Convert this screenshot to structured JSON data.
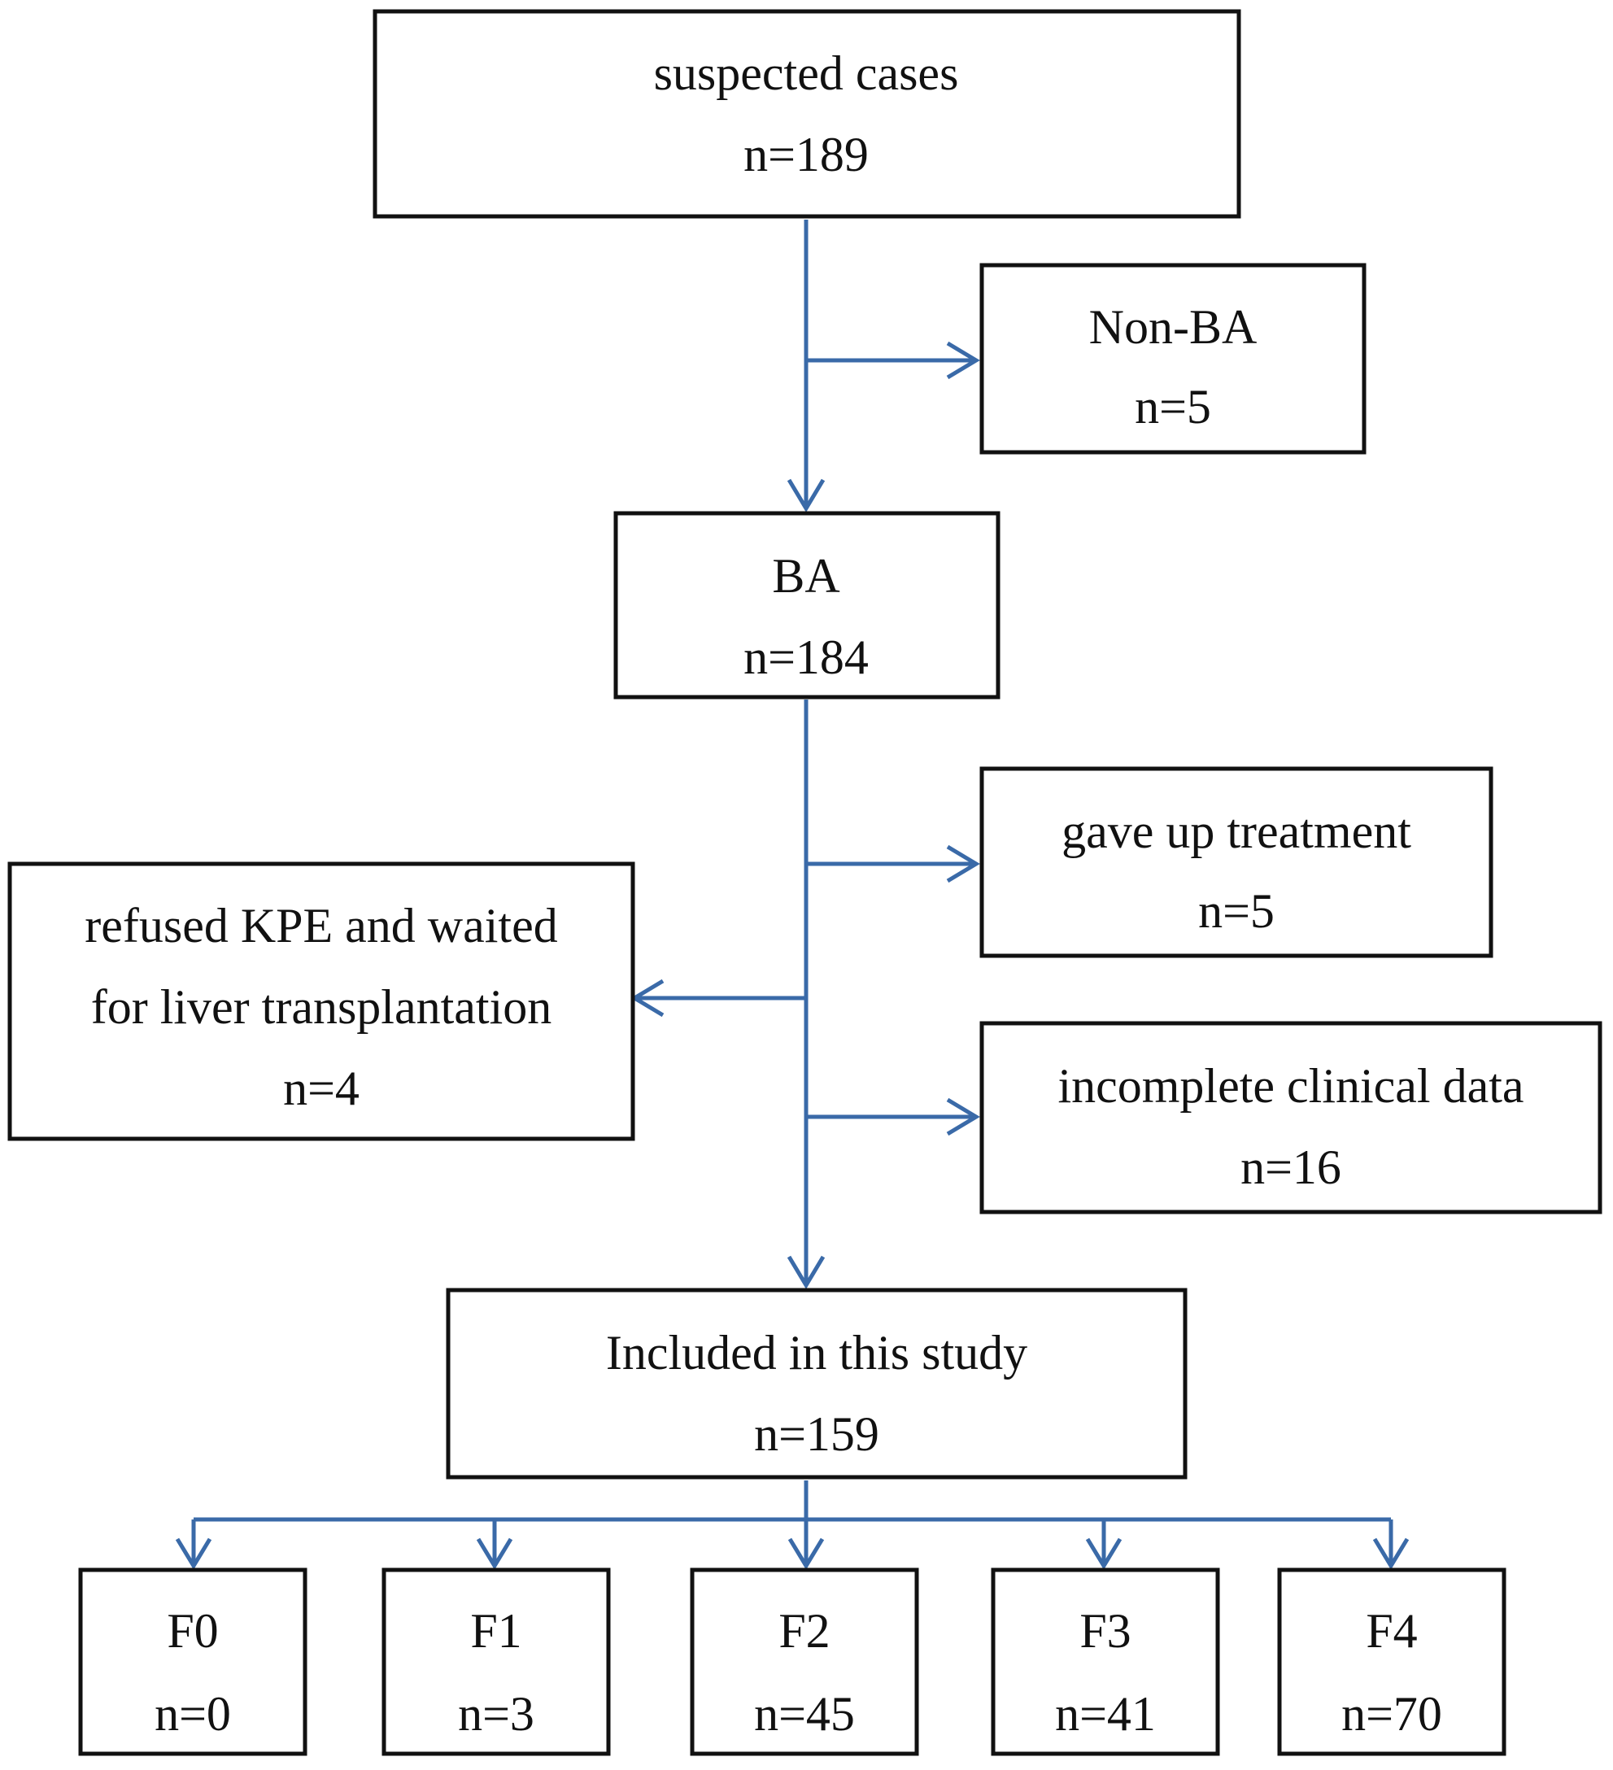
{
  "diagram": {
    "nodes": {
      "suspected": {
        "lines": [
          "suspected cases",
          "n=189"
        ]
      },
      "non_ba": {
        "lines": [
          "Non-BA",
          "n=5"
        ]
      },
      "ba": {
        "lines": [
          "BA",
          "n=184"
        ]
      },
      "gave_up": {
        "lines": [
          "gave up treatment",
          "n=5"
        ]
      },
      "refused": {
        "lines": [
          "refused KPE and waited",
          "for liver transplantation",
          "n=4"
        ]
      },
      "incomplete": {
        "lines": [
          "incomplete clinical data",
          "n=16"
        ]
      },
      "included": {
        "lines": [
          "Included in this study",
          "n=159"
        ]
      },
      "f0": {
        "lines": [
          "F0",
          "n=0"
        ]
      },
      "f1": {
        "lines": [
          "F1",
          "n=3"
        ]
      },
      "f2": {
        "lines": [
          "F2",
          "n=45"
        ]
      },
      "f3": {
        "lines": [
          "F3",
          "n=41"
        ]
      },
      "f4": {
        "lines": [
          "F4",
          "n=70"
        ]
      }
    },
    "edges": [
      {
        "from": "suspected",
        "to": "ba"
      },
      {
        "from": "suspected",
        "to": "non_ba"
      },
      {
        "from": "ba",
        "to": "included"
      },
      {
        "from": "ba",
        "to": "gave_up"
      },
      {
        "from": "ba",
        "to": "refused"
      },
      {
        "from": "ba",
        "to": "incomplete"
      },
      {
        "from": "included",
        "to": "f0"
      },
      {
        "from": "included",
        "to": "f1"
      },
      {
        "from": "included",
        "to": "f2"
      },
      {
        "from": "included",
        "to": "f3"
      },
      {
        "from": "included",
        "to": "f4"
      }
    ],
    "colors": {
      "connector": "#3a6aa8",
      "box_border": "#111111",
      "text": "#111111",
      "background": "#ffffff"
    }
  }
}
